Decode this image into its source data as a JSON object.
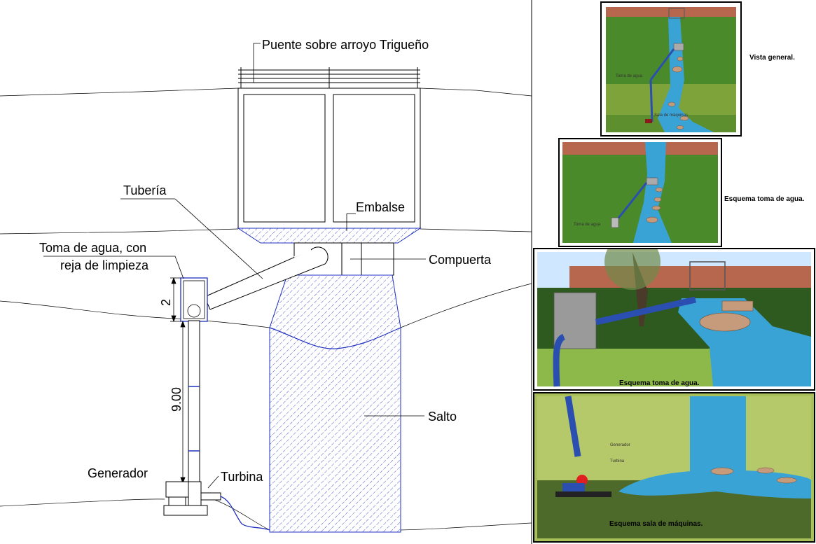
{
  "drawing": {
    "labels": {
      "bridge": "Puente sobre arroyo Trigueño",
      "pipe": "Tubería",
      "intake_line1": "Toma de agua, con",
      "intake_line2": "reja de limpieza",
      "reservoir": "Embalse",
      "gate": "Compuerta",
      "drop": "Salto",
      "generator": "Generador",
      "turbine": "Turbina"
    },
    "dimensions": {
      "intake_height": "2",
      "penstock_height": "9.00"
    }
  },
  "renders": {
    "general_view": {
      "caption": "Vista general.",
      "tag_intake": "Toma de agua",
      "tag_engine": "Sala de máquinas"
    },
    "intake_top": {
      "caption": "Esquema toma de agua.",
      "tag_intake": "Toma de agua"
    },
    "intake_perspective": {
      "caption": "Esquema toma de agua."
    },
    "engine_room": {
      "caption": "Esquema sala de máquinas.",
      "tag_generator": "Generador",
      "tag_turbine": "Turbina"
    }
  },
  "colors": {
    "line": "#000000",
    "hatch": "#1f2fbf",
    "grass": "#4b8a2a",
    "water": "#3aa3d6",
    "wall": "#b8674f",
    "pipe": "#2a4fb0"
  }
}
